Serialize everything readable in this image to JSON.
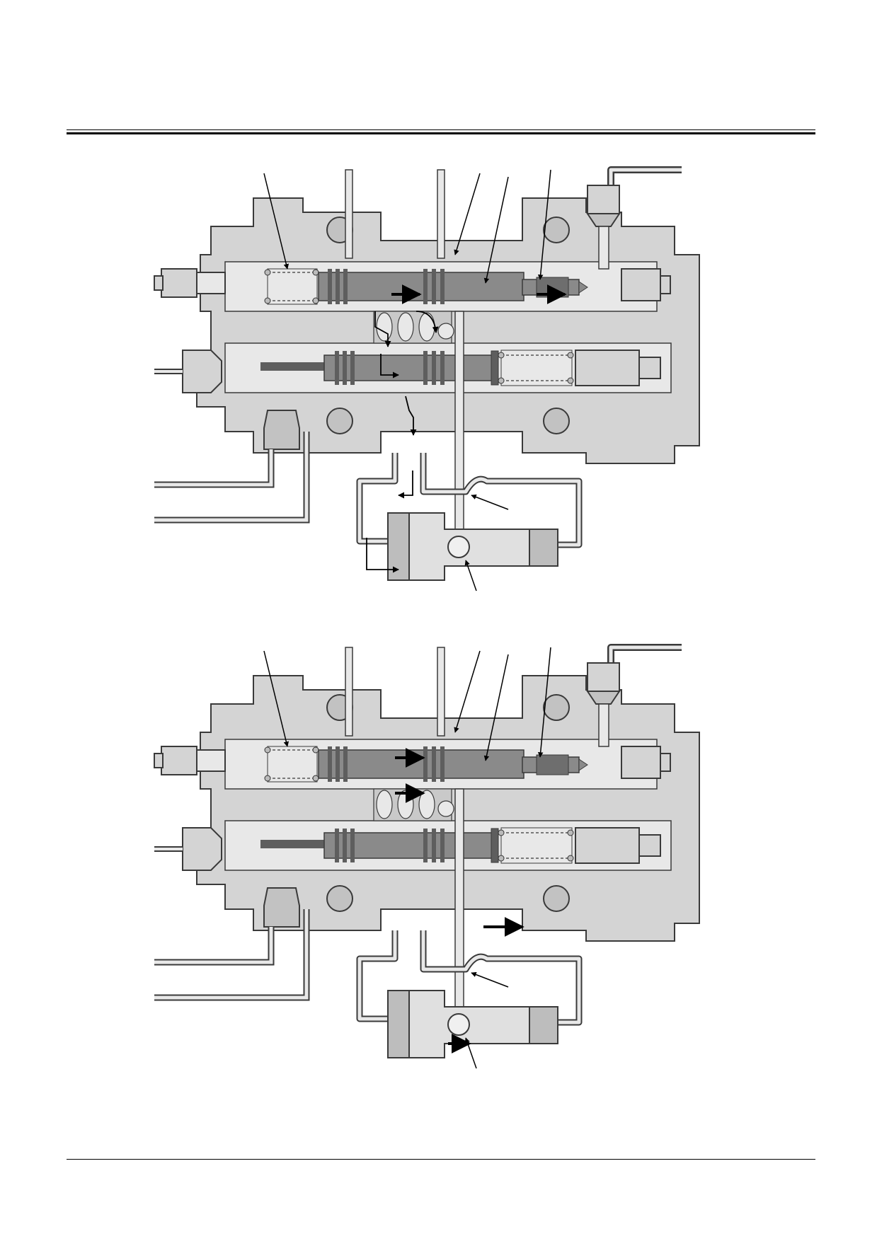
{
  "page": {
    "text": []
  },
  "figures": [
    {
      "id": "upper-section",
      "arrows": [
        "spool-flow",
        "poppet-flow"
      ]
    },
    {
      "id": "lower-section",
      "arrows": [
        "spool-flow-top",
        "spool-flow-bottom",
        "body-flow",
        "piston-flow"
      ]
    }
  ],
  "colors": {
    "housing": "#d4d4d4",
    "housing_outline": "#3a3a3a",
    "spool": "#8a8a8a",
    "spool_dark": "#5e5e5e",
    "passage": "#e8e8e8",
    "line": "#000000"
  }
}
